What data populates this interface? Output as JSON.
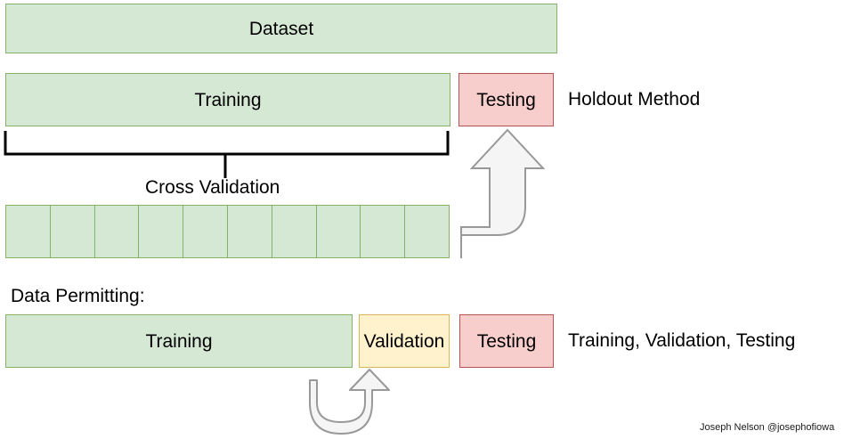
{
  "diagram": {
    "title_box": {
      "label": "Dataset"
    },
    "holdout_row": {
      "training_label": "Training",
      "testing_label": "Testing",
      "side_label": "Holdout Method"
    },
    "cross_validation": {
      "label": "Cross Validation",
      "fold_count": 10,
      "folds": [
        "",
        "",
        "",
        "",
        "",
        "",
        "",
        "",
        "",
        ""
      ]
    },
    "data_permitting": {
      "heading": "Data Permitting:",
      "training_label": "Training",
      "validation_label": "Validation",
      "testing_label": "Testing",
      "side_label": "Training, Validation, Testing"
    },
    "credit": "Joseph Nelson @josephofiowa",
    "colors": {
      "green_fill": "#d5e8d4",
      "green_stroke": "#82b366",
      "red_fill": "#f8cecc",
      "red_stroke": "#b85450",
      "yellow_fill": "#fff2cc",
      "yellow_stroke": "#d6b656",
      "arrow_fill": "#f5f5f5",
      "arrow_stroke": "#999999",
      "bracket_stroke": "#000000",
      "text": "#000000"
    }
  }
}
